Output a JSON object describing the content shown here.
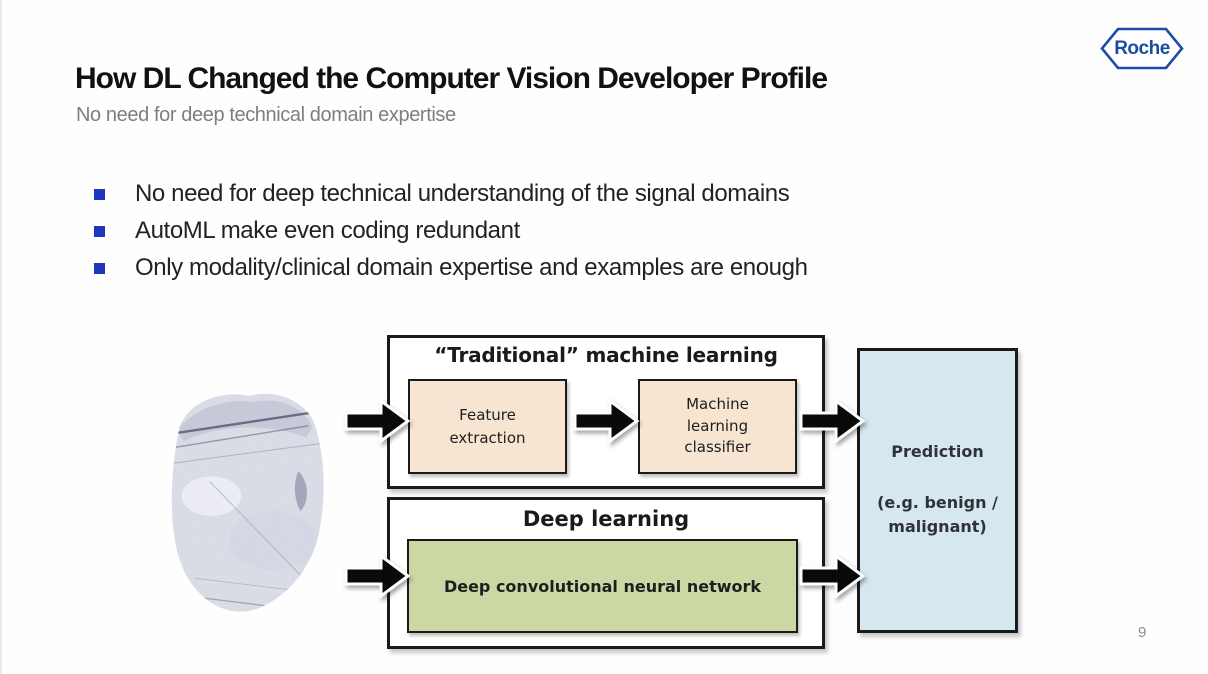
{
  "colors": {
    "accent_blue": "#1f36bf",
    "roche_blue": "#1b4da3",
    "peach": "#f7e5d1",
    "green": "#ccd8a4",
    "light_blue": "#d7e7ef",
    "subtitle_gray": "#7e7e7e"
  },
  "header": {
    "title": "How DL Changed the Computer Vision Developer Profile",
    "subtitle": "No need for deep technical domain expertise",
    "logo": "Roche"
  },
  "bullets": [
    {
      "label": "No need for deep technical understanding of the signal domains"
    },
    {
      "label": "AutoML make even coding redundant"
    },
    {
      "label": "Only modality/clinical domain expertise and examples are enough"
    }
  ],
  "diagram": {
    "input_image": "histology-tissue-section",
    "traditional": {
      "title": "“Traditional” machine learning",
      "boxes": [
        {
          "label": "Feature extraction"
        },
        {
          "label": "Machine learning classifier"
        }
      ]
    },
    "deep": {
      "title": "Deep learning",
      "box": "Deep convolutional neural network"
    },
    "prediction": {
      "title": "Prediction",
      "subtitle": "(e.g. benign / malignant)"
    }
  },
  "footer": {
    "page_number": "9"
  }
}
